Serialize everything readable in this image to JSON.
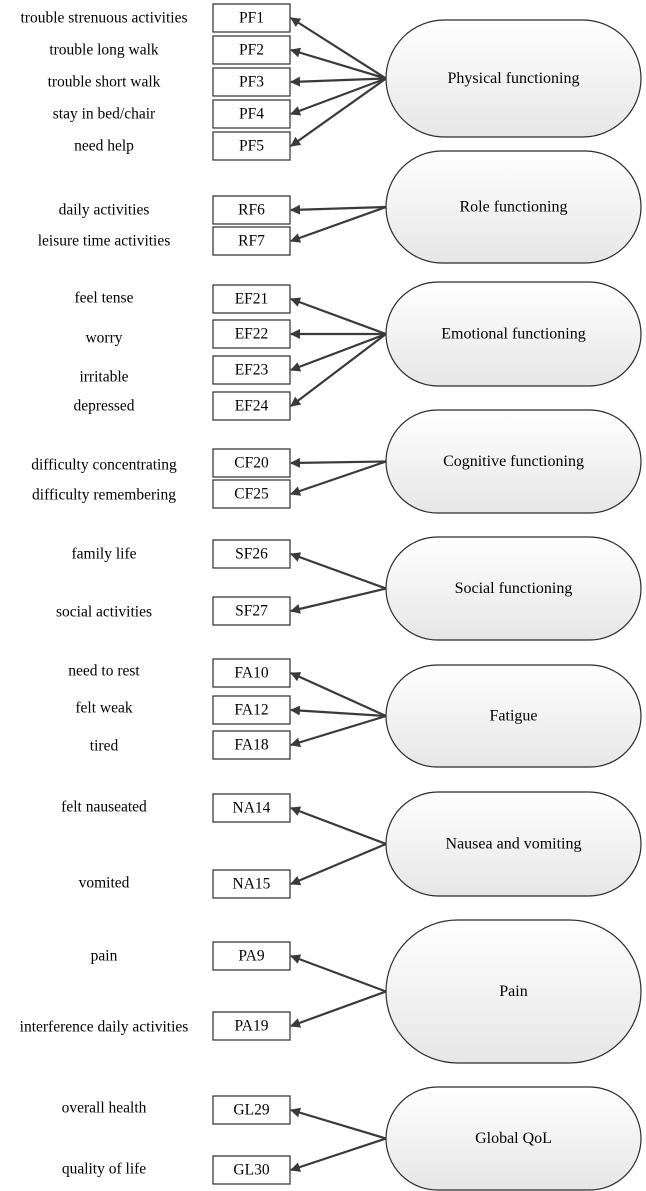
{
  "colors": {
    "line": "#3a3a3a",
    "box_stroke": "#2b2b2b",
    "factor_fill_light": "#ffffff",
    "factor_fill_dark": "#e6e6e6"
  },
  "factors": [
    {
      "name": "Physical functioning",
      "items": [
        {
          "code": "PF1",
          "label": "trouble strenuous activities"
        },
        {
          "code": "PF2",
          "label": "trouble long walk"
        },
        {
          "code": "PF3",
          "label": "trouble short walk"
        },
        {
          "code": "PF4",
          "label": "stay in bed/chair"
        },
        {
          "code": "PF5",
          "label": "need help"
        }
      ]
    },
    {
      "name": "Role functioning",
      "items": [
        {
          "code": "RF6",
          "label": "daily activities"
        },
        {
          "code": "RF7",
          "label": "leisure time activities"
        }
      ]
    },
    {
      "name": "Emotional functioning",
      "items": [
        {
          "code": "EF21",
          "label": "feel tense"
        },
        {
          "code": "EF22",
          "label": "worry"
        },
        {
          "code": "EF23",
          "label": "irritable"
        },
        {
          "code": "EF24",
          "label": "depressed"
        }
      ]
    },
    {
      "name": "Cognitive functioning",
      "items": [
        {
          "code": "CF20",
          "label": "difficulty concentrating"
        },
        {
          "code": "CF25",
          "label": "difficulty remembering"
        }
      ]
    },
    {
      "name": "Social functioning",
      "items": [
        {
          "code": "SF26",
          "label": "family life"
        },
        {
          "code": "SF27",
          "label": "social activities"
        }
      ]
    },
    {
      "name": "Fatigue",
      "items": [
        {
          "code": "FA10",
          "label": "need to rest"
        },
        {
          "code": "FA12",
          "label": "felt weak"
        },
        {
          "code": "FA18",
          "label": "tired"
        }
      ]
    },
    {
      "name": "Nausea and vomiting",
      "items": [
        {
          "code": "NA14",
          "label": "felt nauseated"
        },
        {
          "code": "NA15",
          "label": "vomited"
        }
      ]
    },
    {
      "name": "Pain",
      "items": [
        {
          "code": "PA9",
          "label": "pain"
        },
        {
          "code": "PA19",
          "label": "interference daily activities"
        }
      ]
    },
    {
      "name": "Global QoL",
      "items": [
        {
          "code": "GL29",
          "label": "overall health"
        },
        {
          "code": "GL30",
          "label": "quality of life"
        }
      ]
    }
  ]
}
